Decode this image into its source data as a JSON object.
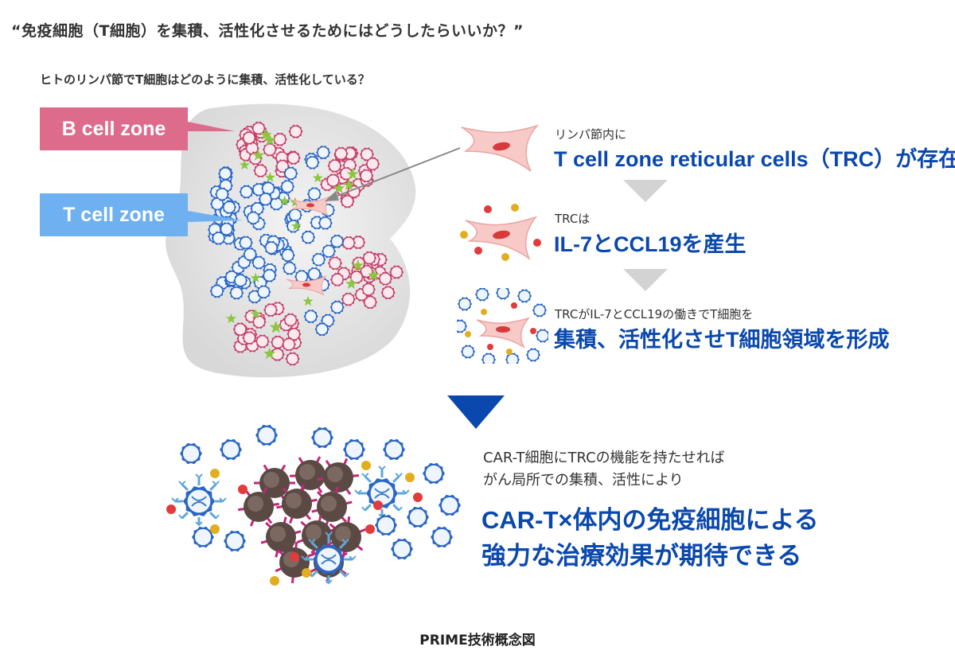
{
  "header": {
    "question": "“免疫細胞（T細胞）を集積、活性化させるためにはどうしたらいいか？”",
    "sub_question": "ヒトのリンパ節でT細胞はどのように集積、活性化している？"
  },
  "zones": {
    "b_cell": "B cell zone",
    "t_cell": "T cell zone"
  },
  "steps": [
    {
      "caption": "リンパ節内に",
      "headline": "T cell zone reticular cells（TRC）が存在"
    },
    {
      "caption": "TRCは",
      "headline": "IL-7とCCL19を産生"
    },
    {
      "caption": "TRCがIL-7とCCL19の働きでT細胞を",
      "headline": "集積、活性化させT細胞領域を形成"
    }
  ],
  "conclusion": {
    "line1": "CAR-T細胞にTRCの機能を持たせれば",
    "line2": "がん局所での集積、活性により",
    "headline1": "CAR-T×体内の免疫細胞による",
    "headline2": "強力な治療効果が期待できる"
  },
  "footer": "PRIME技術概念図",
  "colors": {
    "b_zone": "#dd6b8c",
    "t_zone": "#6fb1f0",
    "accent_blue": "#0a48ad",
    "arrow_gray": "#d3d3d3"
  }
}
